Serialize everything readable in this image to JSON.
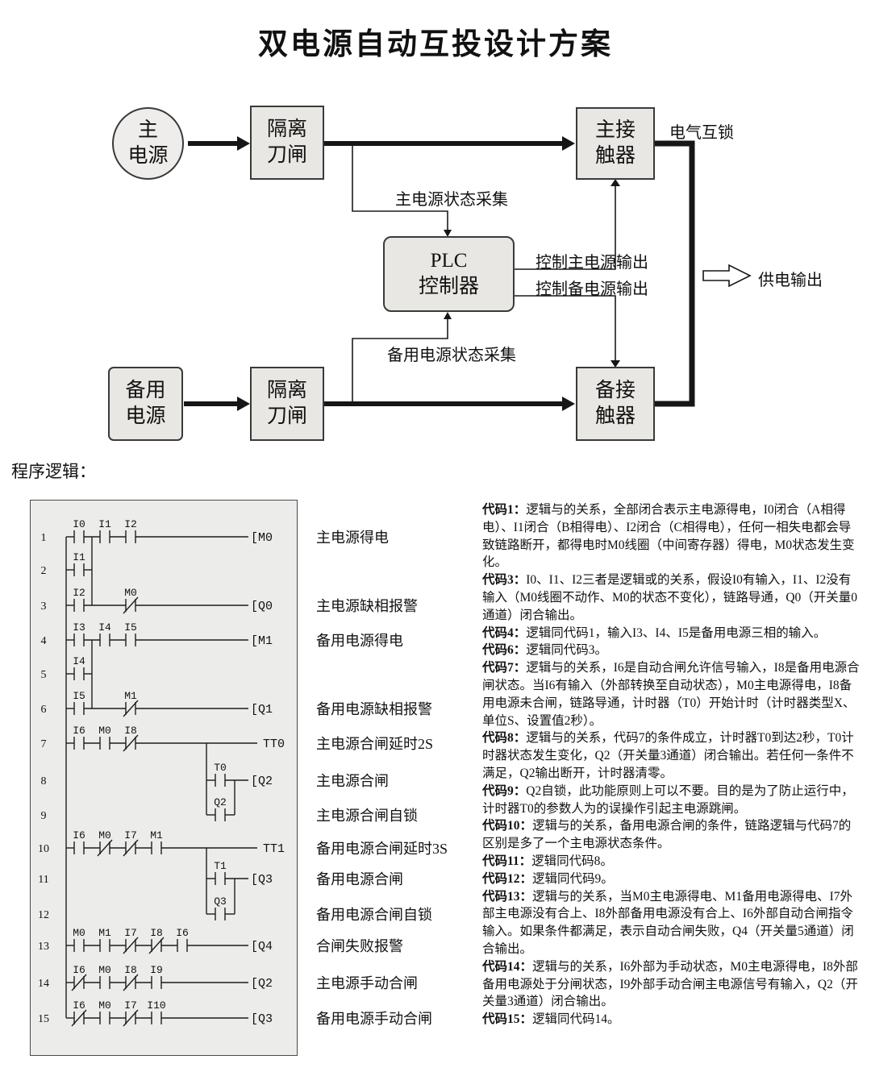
{
  "title": "双电源自动互投设计方案",
  "section_labels": {
    "program_logic": "程序逻辑："
  },
  "colors": {
    "line": "#161616",
    "box_fill": "#e9e7e4",
    "panel_fill": "#ececea"
  },
  "block_diagram": {
    "nodes": {
      "main_power": {
        "lines": [
          "主",
          "电源"
        ]
      },
      "isolator_top": {
        "lines": [
          "隔离",
          "刀闸"
        ]
      },
      "main_contactor": {
        "lines": [
          "主接",
          "触器"
        ]
      },
      "plc": {
        "lines": [
          "PLC",
          "控制器"
        ]
      },
      "backup_power": {
        "lines": [
          "备用",
          "电源"
        ]
      },
      "isolator_bottom": {
        "lines": [
          "隔离",
          "刀闸"
        ]
      },
      "backup_contactor": {
        "lines": [
          "备接",
          "触器"
        ]
      }
    },
    "labels": {
      "main_status": "主电源状态采集",
      "backup_status": "备用电源状态采集",
      "ctrl_main": "控制主电源输出",
      "ctrl_backup": "控制备电源输出",
      "interlock": "电气互锁",
      "output": "供电输出"
    }
  },
  "ladder": {
    "rungs": [
      {
        "n": 1,
        "type": "main",
        "contacts": [
          {
            "l": "I0",
            "slot": 0
          },
          {
            "l": "I1",
            "slot": 1
          },
          {
            "l": "I2",
            "slot": 2
          }
        ],
        "coil": "M0",
        "coil_type": "coil"
      },
      {
        "n": 2,
        "type": "stub",
        "contacts": [
          {
            "l": "I1",
            "slot": 0
          }
        ]
      },
      {
        "n": 3,
        "type": "main",
        "contacts": [
          {
            "l": "I2",
            "slot": 0
          },
          {
            "l": "M0",
            "slot": 2,
            "nc": true
          }
        ],
        "coil": "Q0",
        "coil_type": "coil"
      },
      {
        "n": 4,
        "type": "main",
        "contacts": [
          {
            "l": "I3",
            "slot": 0
          },
          {
            "l": "I4",
            "slot": 1
          },
          {
            "l": "I5",
            "slot": 2
          }
        ],
        "coil": "M1",
        "coil_type": "coil"
      },
      {
        "n": 5,
        "type": "stub",
        "contacts": [
          {
            "l": "I4",
            "slot": 0
          }
        ]
      },
      {
        "n": 6,
        "type": "main",
        "contacts": [
          {
            "l": "I5",
            "slot": 0
          },
          {
            "l": "M1",
            "slot": 2,
            "nc": true
          }
        ],
        "coil": "Q1",
        "coil_type": "coil"
      },
      {
        "n": 7,
        "type": "main",
        "contacts": [
          {
            "l": "I6",
            "slot": 0
          },
          {
            "l": "M0",
            "slot": 1
          },
          {
            "l": "I8",
            "slot": 2,
            "nc": true
          }
        ],
        "coil": "TT0",
        "coil_type": "timer"
      },
      {
        "n": 8,
        "type": "branch-main",
        "contacts": [
          {
            "l": "T0"
          }
        ],
        "coil": "Q2",
        "coil_type": "coil"
      },
      {
        "n": 9,
        "type": "branch-stub",
        "contacts": [
          {
            "l": "Q2"
          }
        ]
      },
      {
        "n": 10,
        "type": "main",
        "contacts": [
          {
            "l": "I6",
            "slot": 0
          },
          {
            "l": "M0",
            "slot": 1,
            "nc": true
          },
          {
            "l": "I7",
            "slot": 2,
            "nc": true
          },
          {
            "l": "M1",
            "slot": 3
          }
        ],
        "coil": "TT1",
        "coil_type": "timer"
      },
      {
        "n": 11,
        "type": "branch-main",
        "contacts": [
          {
            "l": "T1"
          }
        ],
        "coil": "Q3",
        "coil_type": "coil"
      },
      {
        "n": 12,
        "type": "branch-stub",
        "contacts": [
          {
            "l": "Q3"
          }
        ]
      },
      {
        "n": 13,
        "type": "main",
        "contacts": [
          {
            "l": "M0",
            "slot": 0
          },
          {
            "l": "M1",
            "slot": 1
          },
          {
            "l": "I7",
            "slot": 2,
            "nc": true
          },
          {
            "l": "I8",
            "slot": 3,
            "nc": true
          },
          {
            "l": "I6",
            "slot": 4
          }
        ],
        "coil": "Q4",
        "coil_type": "coil"
      },
      {
        "n": 14,
        "type": "main",
        "contacts": [
          {
            "l": "I6",
            "slot": 0,
            "nc": true
          },
          {
            "l": "M0",
            "slot": 1
          },
          {
            "l": "I8",
            "slot": 2,
            "nc": true
          },
          {
            "l": "I9",
            "slot": 3
          }
        ],
        "coil": "Q2",
        "coil_type": "coil"
      },
      {
        "n": 15,
        "type": "main",
        "contacts": [
          {
            "l": "I6",
            "slot": 0,
            "nc": true
          },
          {
            "l": "M0",
            "slot": 1
          },
          {
            "l": "I7",
            "slot": 2,
            "nc": true
          },
          {
            "l": "I10",
            "slot": 3
          }
        ],
        "coil": "Q3",
        "coil_type": "coil"
      }
    ],
    "or_verticals": [
      {
        "from": 1,
        "to": 3
      },
      {
        "from": 4,
        "to": 6
      }
    ],
    "branch_groups": [
      {
        "main": 7,
        "rows": [
          8,
          9
        ]
      },
      {
        "main": 10,
        "rows": [
          11,
          12
        ]
      }
    ],
    "row_labels": [
      "主电源得电",
      "主电源缺相报警",
      "备用电源得电",
      "备用电源缺相报警",
      "主电源合闸延时2S",
      "主电源合闸",
      "主电源合闸自锁",
      "备用电源合闸延时3S",
      "备用电源合闸",
      "备用电源合闸自锁",
      "合闸失败报警",
      "主电源手动合闸",
      "备用电源手动合闸"
    ]
  },
  "explanations": [
    {
      "label": "代码1：",
      "text": "逻辑与的关系，全部闭合表示主电源得电，I0闭合（A相得电）、I1闭合（B相得电）、I2闭合（C相得电），任何一相失电都会导致链路断开，都得电时M0线圈（中间寄存器）得电，M0状态发生变化。"
    },
    {
      "label": "代码3：",
      "text": "I0、I1、I2三者是逻辑或的关系，假设I0有输入，I1、I2没有输入（M0线圈不动作、M0的状态不变化），链路导通，Q0（开关量0通道）闭合输出。"
    },
    {
      "label": "代码4：",
      "text": "逻辑同代码1，输入I3、I4、I5是备用电源三相的输入。"
    },
    {
      "label": "代码6：",
      "text": "逻辑同代码3。"
    },
    {
      "label": "代码7：",
      "text": "逻辑与的关系，I6是自动合闸允许信号输入，I8是备用电源合闸状态。当I6有输入（外部转换至自动状态），M0主电源得电，I8备用电源未合闸，链路导通，计时器（T0）开始计时（计时器类型X、单位S、设置值2秒）。"
    },
    {
      "label": "代码8：",
      "text": "逻辑与的关系，代码7的条件成立，计时器T0到达2秒，T0计时器状态发生变化，Q2（开关量3通道）闭合输出。若任何一条件不满足，Q2输出断开，计时器清零。"
    },
    {
      "label": "代码9：",
      "text": "Q2自锁，此功能原则上可以不要。目的是为了防止运行中，计时器T0的参数人为的误操作引起主电源跳闸。"
    },
    {
      "label": "代码10：",
      "text": "逻辑与的关系，备用电源合闸的条件，链路逻辑与代码7的区别是多了一个主电源状态条件。"
    },
    {
      "label": "代码11：",
      "text": "逻辑同代码8。"
    },
    {
      "label": "代码12：",
      "text": "逻辑同代码9。"
    },
    {
      "label": "代码13：",
      "text": "逻辑与的关系，当M0主电源得电、M1备用电源得电、I7外部主电源没有合上、I8外部备用电源没有合上、I6外部自动合闸指令输入。如果条件都满足，表示自动合闸失败，Q4（开关量5通道）闭合输出。"
    },
    {
      "label": "代码14：",
      "text": "逻辑与的关系，I6外部为手动状态，M0主电源得电，I8外部备用电源处于分闸状态，I9外部手动合闸主电源信号有输入，Q2（开关量3通道）闭合输出。"
    },
    {
      "label": "代码15：",
      "text": "逻辑同代码14。"
    }
  ]
}
